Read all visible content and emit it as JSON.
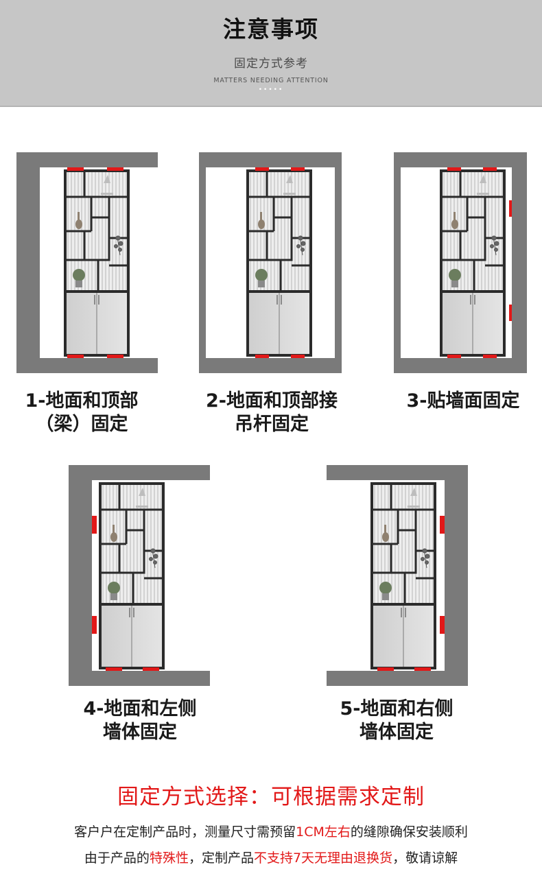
{
  "header": {
    "title": "注意事项",
    "subtitle": "固定方式参考",
    "subtitle_en": "MATTERS NEEDING ATTENTION",
    "dots": "•••••"
  },
  "methods": [
    {
      "line1": "1-地面和顶部",
      "line2": "（梁）固定",
      "mounts": [
        "top",
        "bottom"
      ]
    },
    {
      "line1": "2-地面和顶部接",
      "line2": "吊杆固定",
      "mounts": [
        "top",
        "bottom"
      ]
    },
    {
      "line1": "3-贴墙面固定",
      "line2": "",
      "mounts": [
        "top",
        "bottom",
        "right"
      ]
    },
    {
      "line1": "4-地面和左侧",
      "line2": "墙体固定",
      "mounts": [
        "left",
        "bottom"
      ]
    },
    {
      "line1": "5-地面和右侧",
      "line2": "墙体固定",
      "mounts": [
        "right",
        "bottom"
      ]
    }
  ],
  "selection_title": "固定方式选择：可根据需求定制",
  "note1": {
    "pre": "客户户在定制产品时，测量尺寸需预留",
    "highlight": "1CM左右",
    "post": "的缝隙确保安装顺利"
  },
  "note2": {
    "a": "由于产品的",
    "b": "特殊性",
    "c": "，定制产品",
    "d": "不支持7天无理由退换货",
    "e": "，敬请谅解"
  },
  "colors": {
    "header_bg": "#c6c6c6",
    "wall": "#7a7a7a",
    "accent_red": "#e21818",
    "cabinet_frame": "#2b2b2b",
    "door": "#d8d8d8"
  }
}
